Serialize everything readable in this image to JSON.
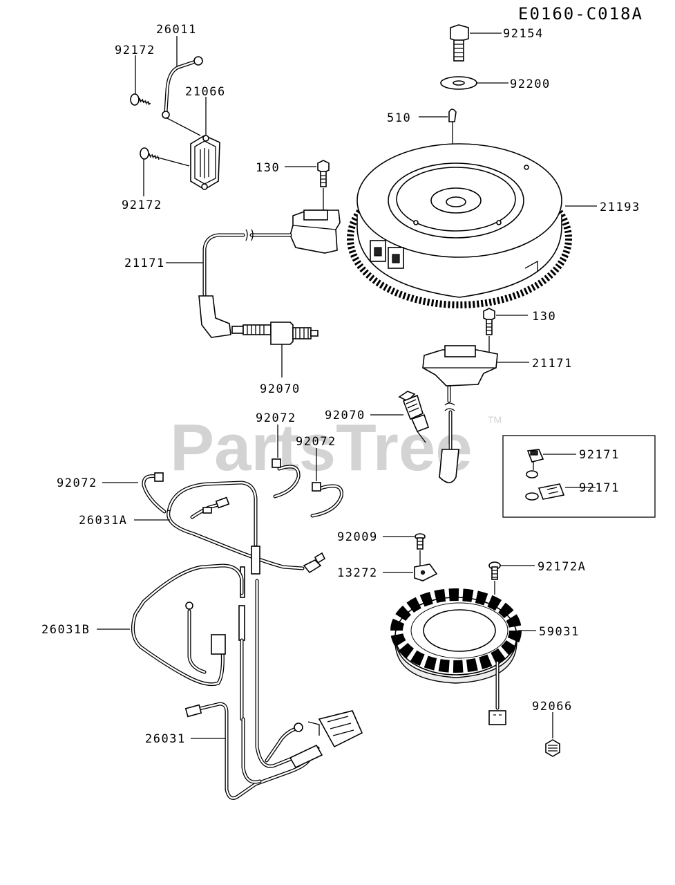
{
  "diagram_code": "E0160-C018A",
  "watermark": "PartsTree",
  "watermark_tm": "TM",
  "labels": {
    "l26011": "26011",
    "l92172_top": "92172",
    "l21066": "21066",
    "l92172_mid": "92172",
    "l92154": "92154",
    "l92200": "92200",
    "l510": "510",
    "l130_top": "130",
    "l21193": "21193",
    "l21171_left": "21171",
    "l130_right": "130",
    "l21171_right": "21171",
    "l92070_left": "92070",
    "l92070_right": "92070",
    "l92072_a": "92072",
    "l92072_b": "92072",
    "l92072_c": "92072",
    "l26031A": "26031A",
    "l92171_a": "92171",
    "l92171_b": "92171",
    "l92009": "92009",
    "l13272": "13272",
    "l92172A": "92172A",
    "l59031": "59031",
    "l26031B": "26031B",
    "l92066": "92066",
    "l26031": "26031"
  }
}
